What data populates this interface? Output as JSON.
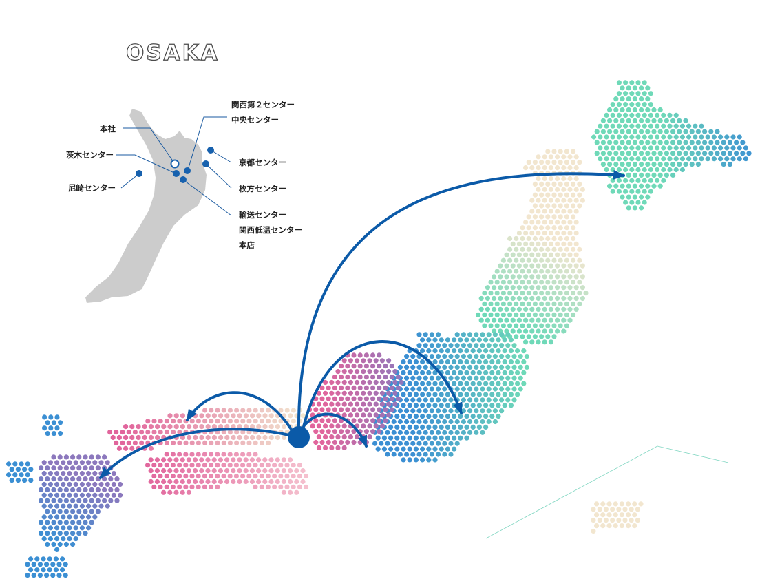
{
  "map_title": "OSAKA",
  "offices": [
    {
      "name": "本社"
    },
    {
      "name": "茨木センター"
    },
    {
      "name": "尼崎センター"
    },
    {
      "name": "関西第２センター"
    },
    {
      "name": "中央センター"
    },
    {
      "name": "京都センター"
    },
    {
      "name": "枚方センター"
    },
    {
      "name": "輸送センター"
    },
    {
      "name": "関西低温センター"
    },
    {
      "name": "本店"
    }
  ],
  "colors": {
    "route_blue": "#0b5aa8",
    "osaka_fill": "#cccccc",
    "marker_blue": "#1761ae",
    "hokkaido_teal": "#6fd9b8",
    "tohoku_sand": "#f2e6cf",
    "kanto_blue": "#3b8fd3",
    "kansai_pink": "#e1659c",
    "kyushu_purple": "#8c78bd",
    "shikoku_blush": "#f5c2cf"
  },
  "map": {
    "hub_region": "Osaka",
    "routes": [
      {
        "destination_region": "Hokkaido"
      },
      {
        "destination_region": "Kanto"
      },
      {
        "destination_region": "Chubu"
      },
      {
        "destination_region": "Chugoku"
      },
      {
        "destination_region": "Kyushu"
      }
    ]
  }
}
